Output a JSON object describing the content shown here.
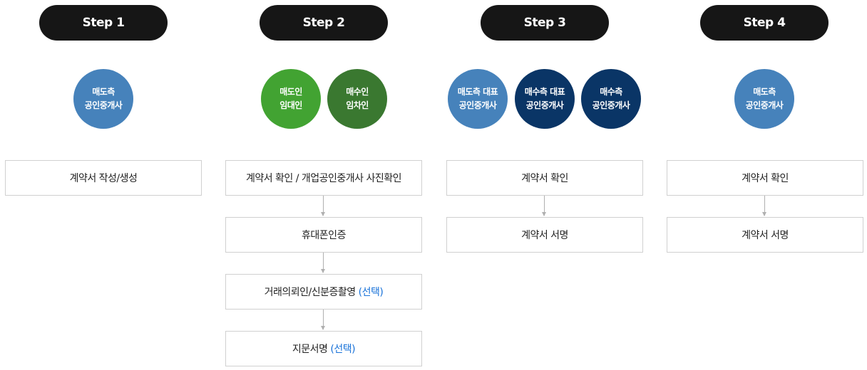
{
  "steps": [
    {
      "label": "Step 1",
      "actors": [
        {
          "line1": "매도측",
          "line2": "공인중개사",
          "color": "#4682bb"
        }
      ],
      "tasks": [
        {
          "text": "계약서 작성/생성",
          "accent": ""
        }
      ]
    },
    {
      "label": "Step 2",
      "actors": [
        {
          "line1": "매도인",
          "line2": "임대인",
          "color": "#42a332"
        },
        {
          "line1": "매수인",
          "line2": "임차인",
          "color": "#3a7830"
        }
      ],
      "tasks": [
        {
          "text": "계약서 확인 / 개업공인중개사 사진확인",
          "accent": ""
        },
        {
          "text": "휴대폰인증",
          "accent": ""
        },
        {
          "text": "거래의뢰인/신분증촬영",
          "accent": "(선택)"
        },
        {
          "text": "지문서명",
          "accent": "(선택)"
        }
      ]
    },
    {
      "label": "Step 3",
      "actors": [
        {
          "line1": "매도측 대표",
          "line2": "공인중개사",
          "color": "#4682bb"
        },
        {
          "line1": "매수측 대표",
          "line2": "공인중개사",
          "color": "#0a3566"
        },
        {
          "line1": "매수측",
          "line2": "공인중개사",
          "color": "#0a3566"
        }
      ],
      "tasks": [
        {
          "text": "계약서 확인",
          "accent": ""
        },
        {
          "text": "계약서 서명",
          "accent": ""
        }
      ]
    },
    {
      "label": "Step 4",
      "actors": [
        {
          "line1": "매도측",
          "line2": "공인중개사",
          "color": "#4682bb"
        }
      ],
      "tasks": [
        {
          "text": "계약서 확인",
          "accent": ""
        },
        {
          "text": "계약서 서명",
          "accent": ""
        }
      ]
    }
  ],
  "colors": {
    "pill": "#161616",
    "accent_text": "#1a73d9",
    "box_border": "#d0d0d0",
    "arrow": "#b0b0b0"
  }
}
